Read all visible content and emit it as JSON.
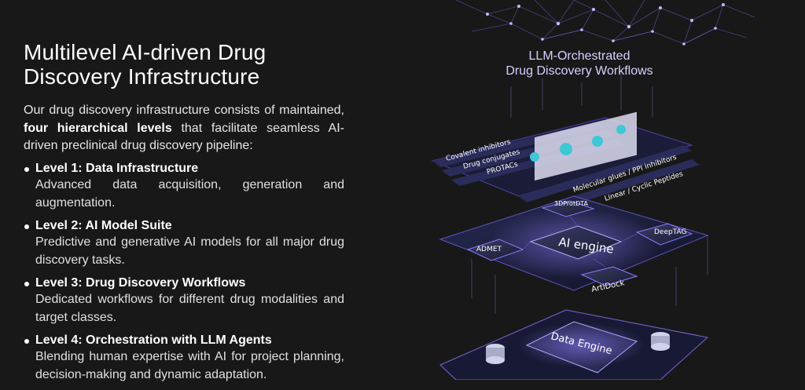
{
  "header": {
    "title_line1": "Multilevel AI-driven Drug",
    "title_line2": "Discovery Infrastructure"
  },
  "intro": {
    "before": "Our drug discovery infrastructure consists of maintained,",
    "bold": "four hierarchical levels",
    "after": "that facilitate seamless AI-driven preclinical drug discovery pipeline:"
  },
  "levels": [
    {
      "title": "Level 1: Data Infrastructure",
      "desc": "Advanced data acquisition, generation and augmentation."
    },
    {
      "title": "Level 2: AI Model Suite",
      "desc": "Predictive and generative AI models for all major drug discovery tasks."
    },
    {
      "title": "Level 3: Drug Discovery Workflows",
      "desc": "Dedicated workflows for different drug modalities and target classes."
    },
    {
      "title": "Level 4: Orchestration with LLM Agents",
      "desc": "Blending human expertise with AI for project planning, decision-making and dynamic adaptation."
    }
  ],
  "illustration": {
    "caption_line1": "LLM-Orchestrated",
    "caption_line2": "Drug Discovery Workflows",
    "workflow_strips": [
      "Covalent inhibitors",
      "Drug conjugates",
      "PROTACs",
      "Molecular glues / PPI inhibitors",
      "Linear / Cyclic Peptides"
    ],
    "models": [
      "3DProtDTA",
      "AI engine",
      "DeepTAG",
      "ADMET",
      "ArtiDock"
    ],
    "data_layer": "Data Engine",
    "colors": {
      "accent": "#7a6cff",
      "glow": "#b9a8ff",
      "panel": "#1d1f3a"
    }
  }
}
